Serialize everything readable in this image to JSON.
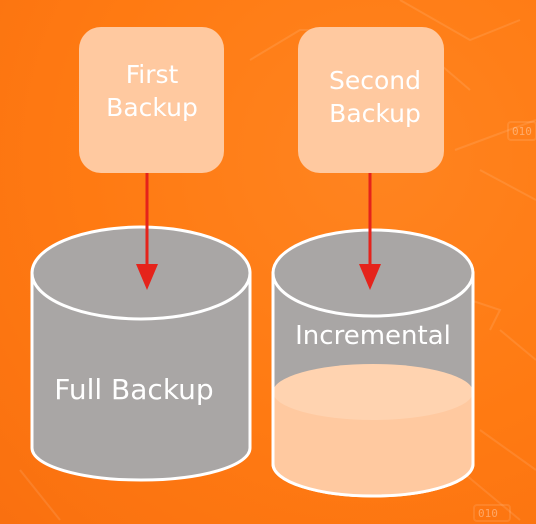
{
  "colors": {
    "background": "#FF7A12",
    "box_fill": "#FFC9A0",
    "cylinder_gray": "#A9A6A5",
    "cylinder_fill_peach": "#FFC9A0",
    "outline": "#FFFFFF",
    "arrow": "#E5231B"
  },
  "boxes": {
    "first": {
      "line1": "First",
      "line2": "Backup"
    },
    "second": {
      "line1": "Second",
      "line2": "Backup"
    }
  },
  "cylinders": {
    "full": {
      "label": "Full Backup"
    },
    "incremental": {
      "label": "Incremental"
    }
  },
  "background_tags": [
    "010",
    "010"
  ]
}
